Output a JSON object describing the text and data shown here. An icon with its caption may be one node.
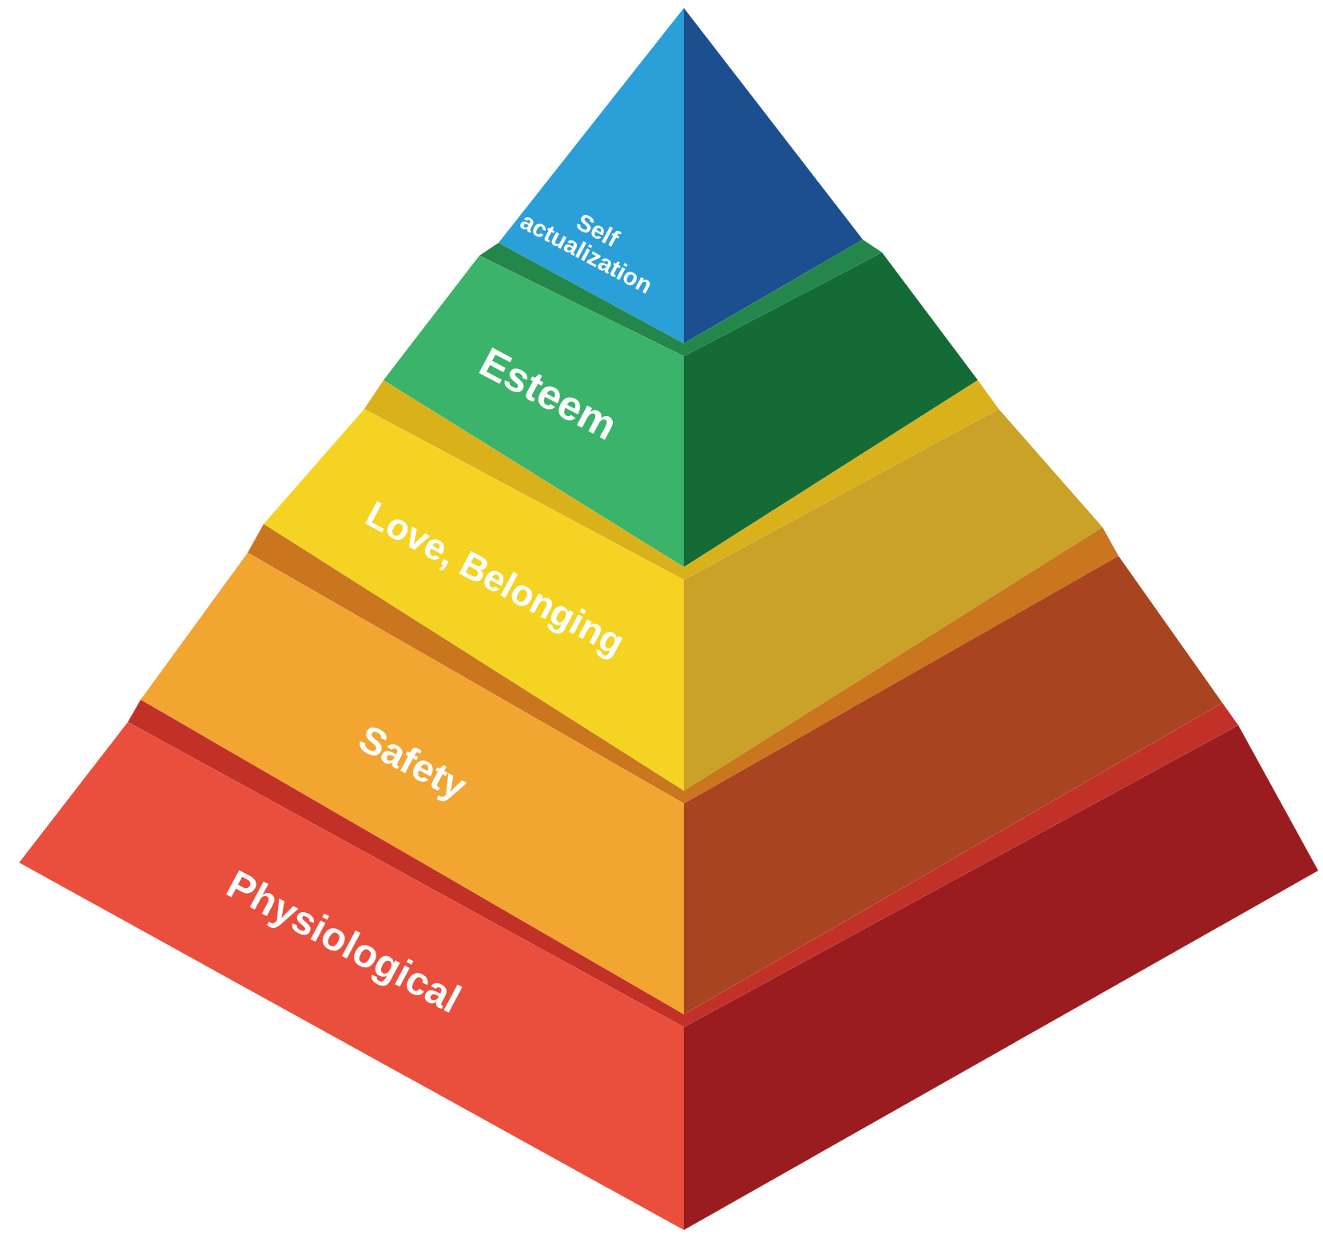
{
  "diagram": {
    "nodes": [
      {
        "text": [
          "Self actualization"
        ]
      },
      {
        "text": [
          "Esteem"
        ]
      },
      {
        "text": [
          "Love, Belonging"
        ]
      },
      {
        "text": [
          "Safety"
        ]
      },
      {
        "text": [
          "Physiological"
        ]
      }
    ]
  }
}
